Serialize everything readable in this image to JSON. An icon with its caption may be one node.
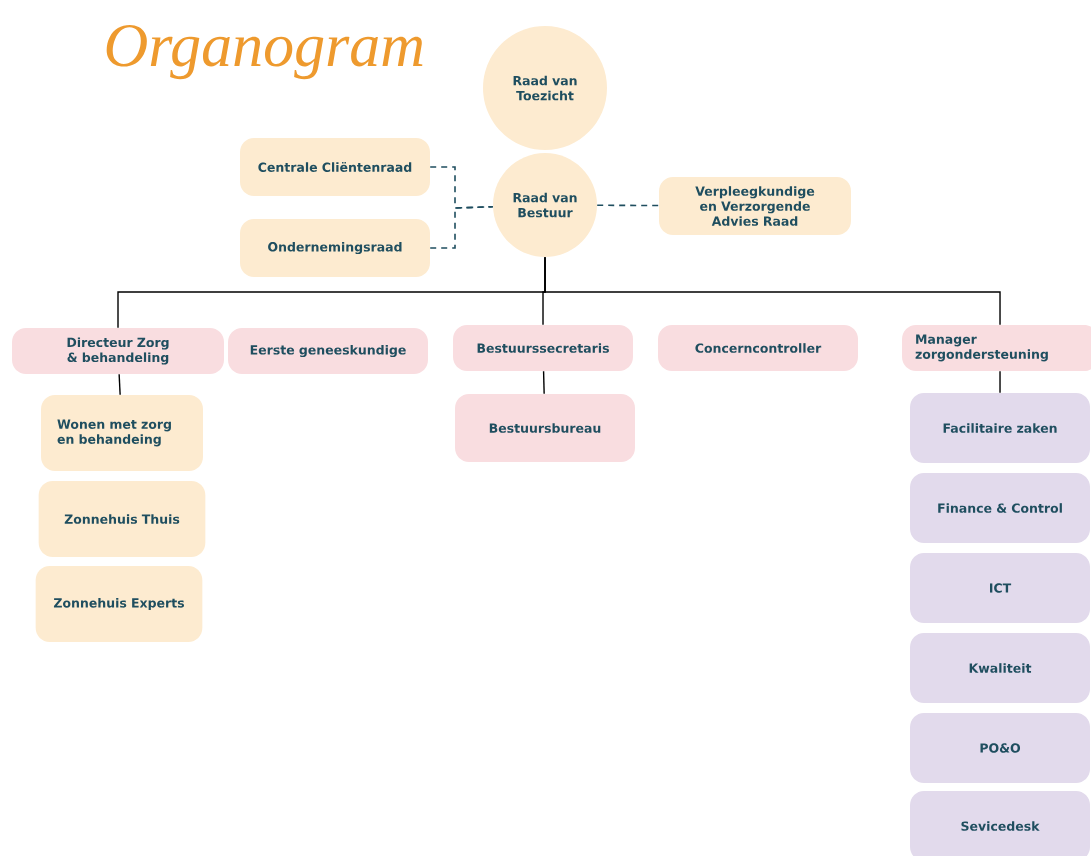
{
  "diagram": {
    "title": "Organogram",
    "nodes": [
      {
        "text": [
          "Raad van Toezicht"
        ]
      },
      {
        "text": [
          "Centrale Cliëntenraad"
        ]
      },
      {
        "text": [
          "Raad van Bestuur"
        ]
      },
      {
        "text": [
          "Verpleegkundige en Verzorgende Advies Raad"
        ]
      },
      {
        "text": [
          "Ondernemingsraad"
        ]
      },
      {
        "text": [
          "Directeur Zorg & behandeling"
        ]
      },
      {
        "text": [
          "Eerste geneeskundige"
        ]
      },
      {
        "text": [
          "Bestuurssecretaris"
        ]
      },
      {
        "text": [
          "Concerncontroller"
        ]
      },
      {
        "text": [
          "Manager zorgondersteuning"
        ]
      },
      {
        "text": [
          "Wonen met zorg en behandeing"
        ]
      },
      {
        "text": [
          "Zonnehuis Thuis"
        ]
      },
      {
        "text": [
          "Zonnehuis Experts"
        ]
      },
      {
        "text": [
          "Bestuursbureau"
        ]
      },
      {
        "text": [
          "Facilitaire zaken"
        ]
      },
      {
        "text": [
          "Finance & Control"
        ]
      },
      {
        "text": [
          "ICT"
        ]
      },
      {
        "text": [
          "Kwaliteit"
        ]
      },
      {
        "text": [
          "PO&O"
        ]
      },
      {
        "text": [
          "Sevicedesk"
        ]
      }
    ],
    "edges": [
      {
        "from": 1,
        "to": 2,
        "arrow": "none",
        "style": "dashed",
        "color": "#1f4e5f"
      },
      {
        "from": 4,
        "to": 2,
        "arrow": "none",
        "style": "dashed",
        "color": "#1f4e5f"
      },
      {
        "from": 2,
        "to": 3,
        "arrow": "none",
        "style": "dashed",
        "color": "#1f4e5f"
      },
      {
        "from": 2,
        "to": 5,
        "arrow": "none"
      },
      {
        "from": 2,
        "to": 7,
        "arrow": "none"
      },
      {
        "from": 2,
        "to": 9,
        "arrow": "none"
      },
      {
        "from": 5,
        "to": 10,
        "arrow": "none"
      },
      {
        "from": 7,
        "to": 13,
        "arrow": "none"
      },
      {
        "from": 9,
        "to": 14,
        "arrow": "none"
      }
    ]
  }
}
